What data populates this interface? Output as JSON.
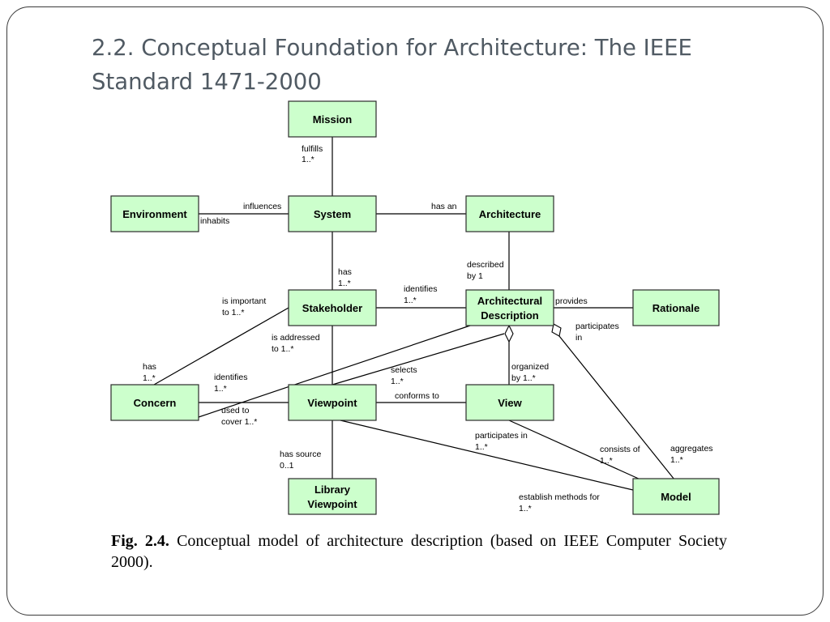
{
  "slide": {
    "title": "2.2. Conceptual Foundation for Architecture: The IEEE Standard 1471-2000"
  },
  "diagram": {
    "nodes": {
      "mission": "Mission",
      "environment": "Environment",
      "system": "System",
      "architecture": "Architecture",
      "stakeholder": "Stakeholder",
      "architectural_description_1": "Architectural",
      "architectural_description_2": "Description",
      "rationale": "Rationale",
      "concern": "Concern",
      "viewpoint": "Viewpoint",
      "view": "View",
      "library_viewpoint_1": "Library",
      "library_viewpoint_2": "Viewpoint",
      "model": "Model"
    },
    "labels": {
      "fulfills_1": "fulfills",
      "fulfills_2": "1..*",
      "influences": "influences",
      "inhabits": "inhabits",
      "has_an": "has an",
      "described_1": "described",
      "described_2": "by 1",
      "has_stakeholder_1": "has",
      "has_stakeholder_2": "1..*",
      "is_important_1": "is important",
      "is_important_2": "to 1..*",
      "identifies_stakeholder_1": "identifies",
      "identifies_stakeholder_2": "1..*",
      "provides": "provides",
      "participates_1": "participates",
      "participates_2": "in",
      "is_addressed_1": "is addressed",
      "is_addressed_2": "to 1..*",
      "has_concern_1": "has",
      "has_concern_2": "1..*",
      "identifies_concern_1": "identifies",
      "identifies_concern_2": "1..*",
      "selects_1": "selects",
      "selects_2": "1..*",
      "organized_1": "organized",
      "organized_2": "by 1..*",
      "conforms_to": "conforms to",
      "used_to_1": "used to",
      "used_to_2": "cover 1..*",
      "participates_in_view_1": "participates in",
      "participates_in_view_2": "1..*",
      "consists_of_1": "consists of",
      "consists_of_2": "1..*",
      "aggregates_1": "aggregates",
      "aggregates_2": "1..*",
      "has_source_1": "has source",
      "has_source_2": "0..1",
      "establish_1": "establish methods for",
      "establish_2": "1..*"
    }
  },
  "caption": {
    "prefix": "Fig. 2.4.",
    "text": " Conceptual model of architecture description (based on IEEE Computer Society 2000)."
  }
}
